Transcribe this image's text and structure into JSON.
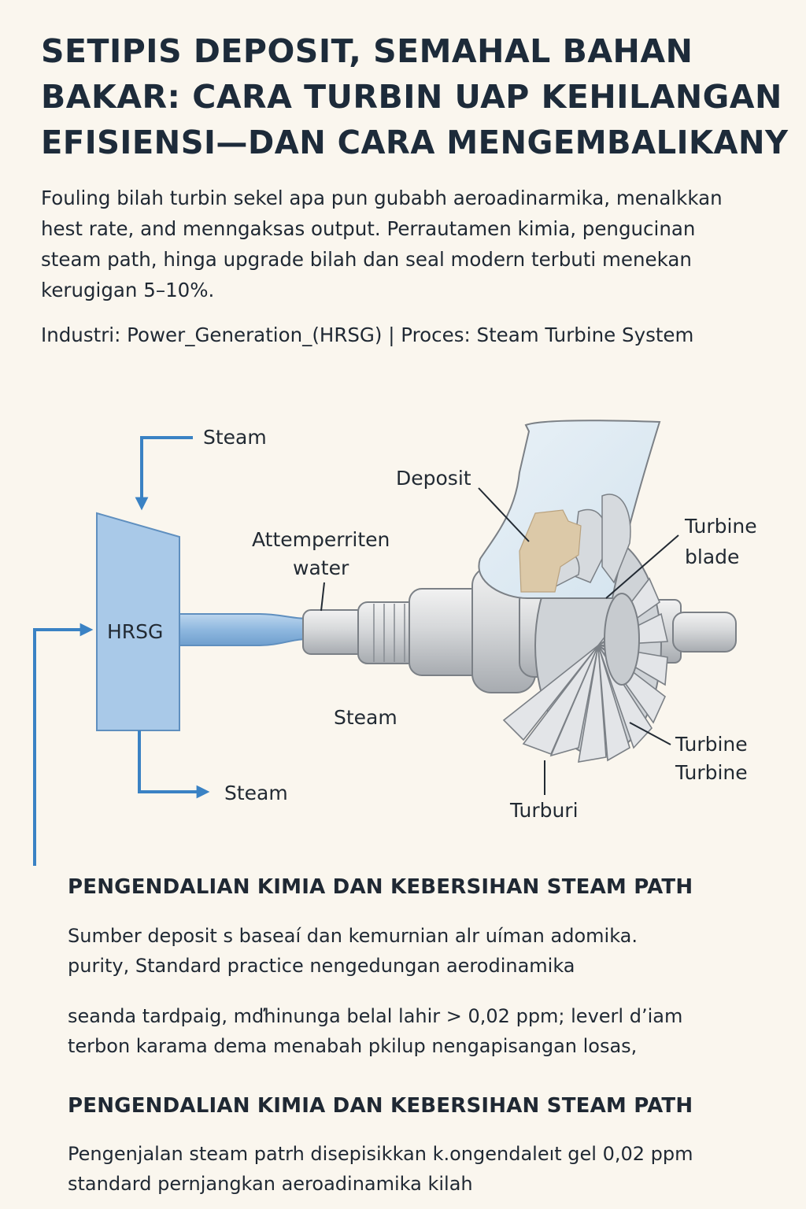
{
  "title_lines": [
    "SETIPIS DEPOSIT, SEMAHAL BAHAN",
    "BAKAR: CARA TURBIN UAP KEHILANGAN",
    "EFISIENSI—DAN CARA MENGEMBALIKANY"
  ],
  "lead_lines": [
    "Fouling bilah turbin sekel apa pun gubabh aeroadinarmika, menalkkan",
    "hest rate, and menngaksas output. Perrautamen kimia, pengucinan",
    "steam path, hinga upgrade bilah dan seal modern terbuti menekan",
    "kerugigan 5–10%."
  ],
  "meta": "Industri: Power_Generation_(HRSG) | Proces: Steam Turbine System",
  "diagram": {
    "hrsg": "HRSG",
    "steam_in": "Steam",
    "steam_out": "Steam",
    "attemp_1": "Attemperriten",
    "attemp_2": "water",
    "steam_mid": "Steam",
    "deposit": "Deposit",
    "blade_1": "Turbine",
    "blade_2": "blade",
    "turbine_1": "Turbine",
    "turbine_2": "Turbine",
    "turburi": "Turburi"
  },
  "section1": {
    "heading": "PENGENDALIAN KIMIA DAN KEBERSIHAN STEAM PATH",
    "para1": [
      "Sumber deposit s baseaí dan kemurnian alr uíman adomika.",
      "purity, Standard practice nengedungan aerodinamika"
    ],
    "para2": [
      "seanda tardpaig, mďhinunga belal lahir  > 0,02 ppm; leverl d’iam",
      "terbon karama dema menabah pkilup nengapisangan losas,"
    ]
  },
  "section2": {
    "heading": "PENGENDALIAN KIMIA DAN KEBERSIHAN STEAM PATH",
    "para1": [
      "Pengenjalan steam patrh disepisikkan k.ongendaleıt gel 0,02 ppm",
      "standard pernjangkan aeroadinamika kilah"
    ]
  },
  "colors": {
    "accent_blue": "#3a82c4",
    "hrsg_fill": "#a9c9e8",
    "deposit_fill": "#dcc9a8",
    "background": "#faf6ee"
  }
}
